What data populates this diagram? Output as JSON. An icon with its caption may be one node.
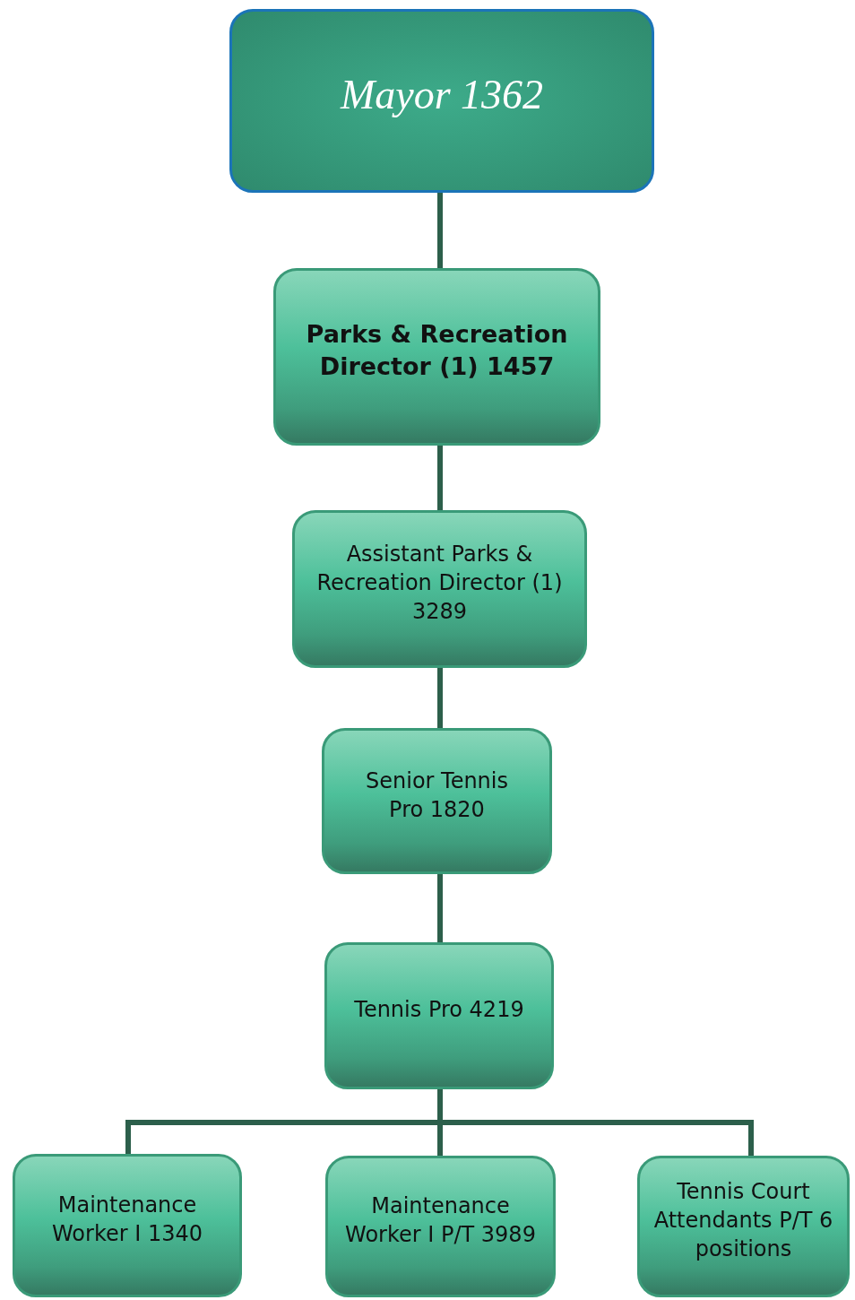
{
  "diagram": {
    "nodes": [
      {
        "text": [
          "Mayor 1362"
        ]
      },
      {
        "text": [
          "Parks & Recreation Director (1) 1457"
        ]
      },
      {
        "text": [
          "Assistant Parks & Recreation Director (1) 3289"
        ]
      },
      {
        "text": [
          "Senior Tennis Pro 1820"
        ]
      },
      {
        "text": [
          "Tennis Pro 4219"
        ]
      },
      {
        "text": [
          "Maintenance Worker I 1340"
        ]
      },
      {
        "text": [
          "Maintenance Worker I P/T 3989"
        ]
      },
      {
        "text": [
          "Tennis Court Attendants P/T 6 positions"
        ]
      }
    ],
    "edges": [
      {
        "from": 0,
        "to": 1,
        "arrow": "none"
      },
      {
        "from": 1,
        "to": 2,
        "arrow": "none"
      },
      {
        "from": 2,
        "to": 3,
        "arrow": "none"
      },
      {
        "from": 3,
        "to": 4,
        "arrow": "none"
      },
      {
        "from": 4,
        "to": 5,
        "arrow": "none"
      },
      {
        "from": 4,
        "to": 6,
        "arrow": "none"
      },
      {
        "from": 4,
        "to": 7,
        "arrow": "none"
      }
    ]
  }
}
